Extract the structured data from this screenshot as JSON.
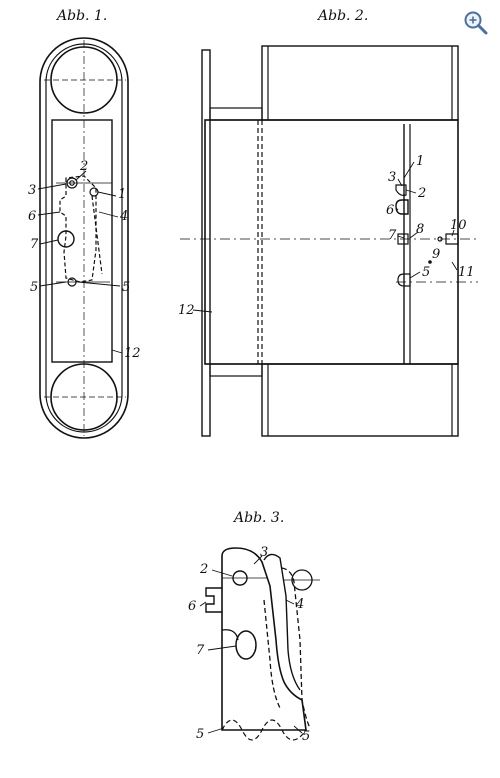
{
  "figures": {
    "fig1": {
      "title": "Abb. 1."
    },
    "fig2": {
      "title": "Abb. 2."
    },
    "fig3": {
      "title": "Abb. 3."
    }
  },
  "labels": {
    "fig1": [
      "1",
      "2",
      "3",
      "4",
      "5",
      "5",
      "6",
      "7",
      "12"
    ],
    "fig2": [
      "1",
      "2",
      "3",
      "5",
      "6",
      "7",
      "8",
      "9",
      "10",
      "11",
      "12"
    ],
    "fig3": [
      "2",
      "3",
      "4",
      "5",
      "5",
      "6",
      "7"
    ]
  },
  "toolbar": {
    "zoom_icon": "zoom-in-icon"
  }
}
